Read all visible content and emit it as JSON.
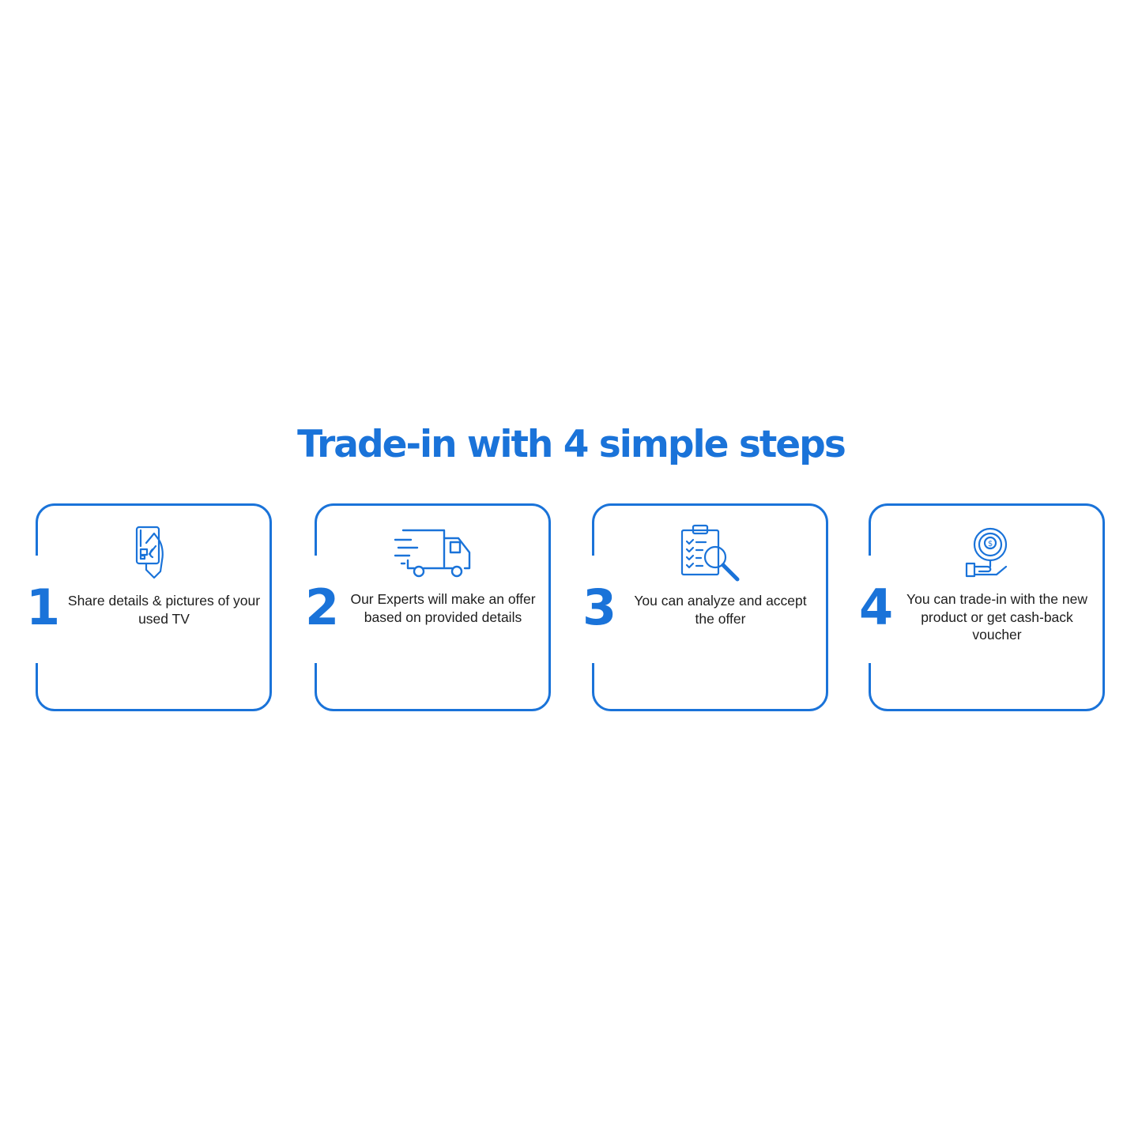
{
  "accent_color": "#1a73d9",
  "title": "Trade-in with 4 simple steps",
  "steps": [
    {
      "number": "1",
      "icon": "card-in-hand-icon",
      "description": "Share details & pictures of your used TV"
    },
    {
      "number": "2",
      "icon": "delivery-truck-icon",
      "description": "Our Experts will make an offer based on provided details"
    },
    {
      "number": "3",
      "icon": "clipboard-magnifier-icon",
      "description": "You can analyze and accept the offer"
    },
    {
      "number": "4",
      "icon": "hand-coin-icon",
      "description": "You can trade-in with the new product or get cash-back voucher"
    }
  ]
}
